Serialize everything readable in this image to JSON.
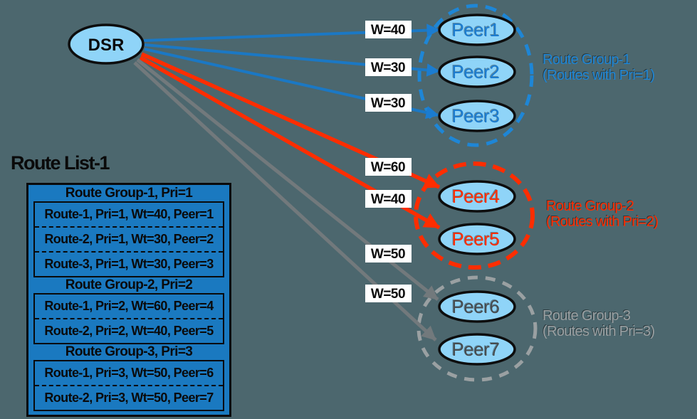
{
  "colors": {
    "background": "#4C676E",
    "node_fill": "#8FD4F8",
    "node_border": "#0D0D0D",
    "blue_accent": "#1E86D6",
    "blue_line": "#1B78C4",
    "red_accent": "#FF2D00",
    "gray_line": "#72797C",
    "gray_dash": "#9AA0A2",
    "table_blue": "#1A79C0",
    "weight_box": "#FFFFFF"
  },
  "dsr_label": "DSR",
  "peers": [
    "Peer1",
    "Peer2",
    "Peer3",
    "Peer4",
    "Peer5",
    "Peer6",
    "Peer7"
  ],
  "weights": [
    "W=40",
    "W=30",
    "W=30",
    "W=60",
    "W=40",
    "W=50",
    "W=50"
  ],
  "route_groups": [
    {
      "title": "Route Group-1",
      "subtitle": "(Routes with Pri=1)"
    },
    {
      "title": "Route Group-2",
      "subtitle": "(Routes with Pri=2)"
    },
    {
      "title": "Route Group-3",
      "subtitle": "(Routes with Pri=3)"
    }
  ],
  "route_list": {
    "title": "Route List-1",
    "groups": [
      {
        "header": "Route Group-1, Pri=1",
        "routes": [
          "Route-1, Pri=1, Wt=40, Peer=1",
          "Route-2, Pri=1, Wt=30, Peer=2",
          "Route-3, Pri=1, Wt=30, Peer=3"
        ]
      },
      {
        "header": "Route Group-2, Pri=2",
        "routes": [
          "Route-1, Pri=2, Wt=60, Peer=4",
          "Route-2, Pri=2, Wt=40, Peer=5"
        ]
      },
      {
        "header": "Route Group-3, Pri=3",
        "routes": [
          "Route-1, Pri=3, Wt=50, Peer=6",
          "Route-2, Pri=3, Wt=50, Peer=7"
        ]
      }
    ]
  }
}
